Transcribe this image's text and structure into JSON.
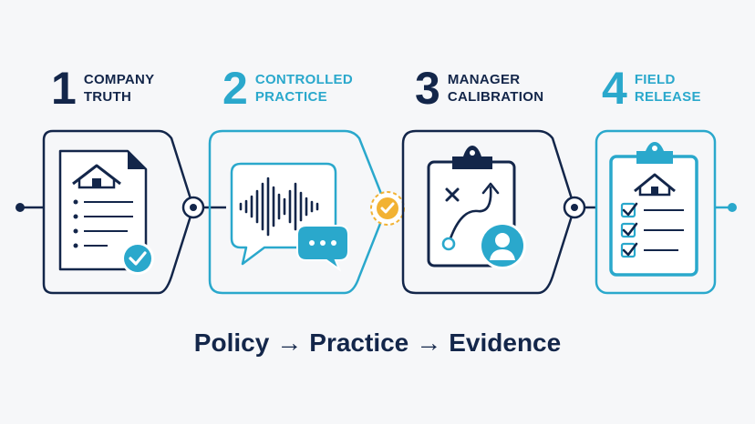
{
  "steps": [
    {
      "number": "1",
      "label": "COMPANY\nTRUTH",
      "color": "#13264a"
    },
    {
      "number": "2",
      "label": "CONTROLLED\nPRACTICE",
      "color": "#2aa8cc"
    },
    {
      "number": "3",
      "label": "MANAGER\nCALIBRATION",
      "color": "#13264a"
    },
    {
      "number": "4",
      "label": "FIELD\nRELEASE",
      "color": "#2aa8cc"
    }
  ],
  "tagline": {
    "part1": "Policy",
    "arrow1": "→",
    "part2": "Practice",
    "arrow2": "→",
    "part3": "Evidence"
  },
  "colors": {
    "navy": "#13264a",
    "teal": "#2aa8cc",
    "gold": "#f2b233",
    "background": "#f6f7f9"
  },
  "icons": [
    "house-document-icon",
    "check-badge-icon",
    "voice-waveform-icon",
    "chat-bubble-icon",
    "gold-check-node-icon",
    "playbook-clipboard-icon",
    "user-avatar-icon",
    "checklist-clipboard-icon"
  ]
}
